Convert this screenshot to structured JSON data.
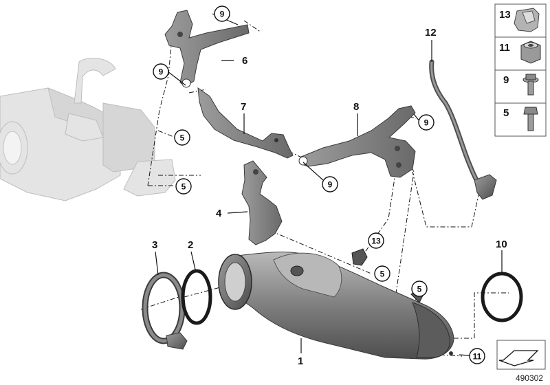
{
  "diagram": {
    "drawing_code": "490302",
    "part_labels": {
      "p1": "1",
      "p2": "2",
      "p3": "3",
      "p4": "4",
      "p6": "6",
      "p7": "7",
      "p8": "8",
      "p10": "10",
      "p12": "12"
    },
    "circled_refs": {
      "c9a": "9",
      "c9b": "9",
      "c9c": "9",
      "c9d": "9",
      "c5a": "5",
      "c5b": "5",
      "c5c": "5",
      "c5d": "5",
      "c13": "13",
      "c11": "11"
    },
    "legend": [
      {
        "label": "13",
        "icon": "clip-nut-icon"
      },
      {
        "label": "11",
        "icon": "hex-collar-nut-icon"
      },
      {
        "label": "9",
        "icon": "flange-bolt-icon"
      },
      {
        "label": "5",
        "icon": "hex-bolt-icon"
      }
    ]
  }
}
